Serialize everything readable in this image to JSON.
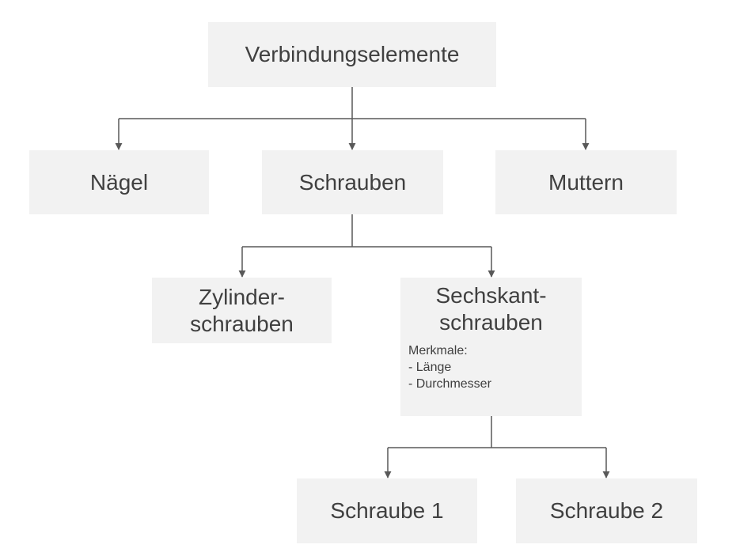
{
  "diagram": {
    "root": {
      "label": "Verbindungselemente"
    },
    "level1": [
      {
        "label": "Nägel"
      },
      {
        "label": "Schrauben"
      },
      {
        "label": "Muttern"
      }
    ],
    "level2": [
      {
        "label": "Zylinder-\nschrauben"
      },
      {
        "label": "Sechskant-\nschrauben",
        "notes_title": "Merkmale:",
        "notes": [
          "- Länge",
          "- Durchmesser"
        ]
      }
    ],
    "level3": [
      {
        "label": "Schraube 1"
      },
      {
        "label": "Schraube 2"
      }
    ]
  },
  "colors": {
    "box_fill": "#f2f2f2",
    "text": "#404040",
    "connector": "#595959"
  }
}
